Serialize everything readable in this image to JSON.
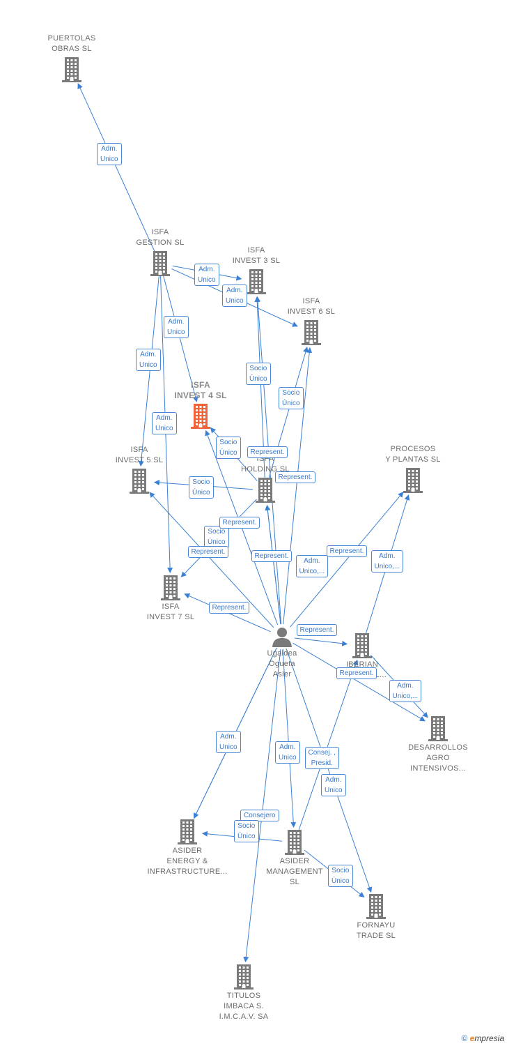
{
  "colors": {
    "edge": "#3a80d4",
    "building": "#7a7a7a",
    "focus": "#f0643a",
    "person": "#7a7a7a"
  },
  "nodes": [
    {
      "id": "puertolas",
      "label": "PUERTOLAS\nOBRAS  SL",
      "icon": "building-icon"
    },
    {
      "id": "isfa_gestion",
      "label": "ISFA\nGESTION  SL",
      "icon": "building-icon"
    },
    {
      "id": "isfa_invest3",
      "label": "ISFA\nINVEST 3  SL",
      "icon": "building-icon"
    },
    {
      "id": "isfa_invest6",
      "label": "ISFA\nINVEST 6  SL",
      "icon": "building-icon"
    },
    {
      "id": "isfa_invest4",
      "label": "ISFA\nINVEST 4  SL",
      "icon": "building-icon",
      "focus": true
    },
    {
      "id": "isfa_invest5",
      "label": "ISFA\nINVEST 5  SL",
      "icon": "building-icon"
    },
    {
      "id": "isfa_holding",
      "label": "ISFA\nHOLDING  SL",
      "icon": "building-icon"
    },
    {
      "id": "procesos",
      "label": "PROCESOS\nY PLANTAS  SL",
      "icon": "building-icon"
    },
    {
      "id": "isfa_invest7",
      "label": "ISFA\nINVEST 7  SL",
      "icon": "building-icon"
    },
    {
      "id": "person",
      "label": "Ugaldea\nOgueta\nAsier",
      "icon": "person-icon"
    },
    {
      "id": "iberian",
      "label": "IBERIAN\nFINANCIAL...",
      "icon": "building-icon"
    },
    {
      "id": "desarrollos",
      "label": "DESARROLLOS\nAGRO\nINTENSIVOS...",
      "icon": "building-icon"
    },
    {
      "id": "asider_energy",
      "label": "ASIDER\nENERGY &\nINFRASTRUCTURE...",
      "icon": "building-icon"
    },
    {
      "id": "asider_mgmt",
      "label": "ASIDER\nMANAGEMENT\nSL",
      "icon": "building-icon"
    },
    {
      "id": "fornayu",
      "label": "FORNAYU\nTRADE  SL",
      "icon": "building-icon"
    },
    {
      "id": "titulos",
      "label": "TITULOS\nIMBACA S.\nI.M.C.A.V. SA",
      "icon": "building-icon"
    }
  ],
  "edges": [
    {
      "from": "isfa_gestion",
      "to": "puertolas",
      "label": "Adm.\nUnico"
    },
    {
      "from": "isfa_gestion",
      "to": "isfa_invest3",
      "label": "Adm.\nUnico"
    },
    {
      "from": "isfa_gestion",
      "to": "isfa_invest6",
      "label": "Adm.\nUnico"
    },
    {
      "from": "isfa_gestion",
      "to": "isfa_invest4",
      "label": "Adm.\nUnico"
    },
    {
      "from": "isfa_gestion",
      "to": "isfa_invest5",
      "label": "Adm.\nUnico"
    },
    {
      "from": "isfa_gestion",
      "to": "isfa_invest7",
      "label": "Adm.\nUnico"
    },
    {
      "from": "isfa_holding",
      "to": "isfa_invest3",
      "label": "Socio\nÚnico"
    },
    {
      "from": "isfa_holding",
      "to": "isfa_invest6",
      "label": "Socio\nÚnico"
    },
    {
      "from": "isfa_holding",
      "to": "isfa_invest4",
      "label": "Socio\nÚnico"
    },
    {
      "from": "isfa_holding",
      "to": "isfa_invest5",
      "label": "Socio\nÚnico"
    },
    {
      "from": "isfa_holding",
      "to": "isfa_invest7",
      "label": "Socio\nÚnico"
    },
    {
      "from": "person",
      "to": "isfa_invest3",
      "label": "Represent."
    },
    {
      "from": "person",
      "to": "isfa_invest6",
      "label": "Represent."
    },
    {
      "from": "person",
      "to": "isfa_invest5",
      "label": "Represent."
    },
    {
      "from": "person",
      "to": "isfa_invest4",
      "label": "Represent."
    },
    {
      "from": "person",
      "to": "isfa_holding",
      "label": "Represent."
    },
    {
      "from": "person",
      "to": "procesos",
      "label": "Represent."
    },
    {
      "from": "person",
      "to": "isfa_invest7",
      "label": "Represent."
    },
    {
      "from": "person",
      "to": "isfa_holding",
      "label": "Adm.\nUnico,..."
    },
    {
      "from": "iberian",
      "to": "procesos",
      "label": "Adm.\nUnico,..."
    },
    {
      "from": "person",
      "to": "iberian",
      "label": "Represent."
    },
    {
      "from": "person",
      "to": "desarrollos",
      "label": "Represent."
    },
    {
      "from": "iberian",
      "to": "desarrollos",
      "label": "Adm.\nUnico,..."
    },
    {
      "from": "person",
      "to": "asider_energy",
      "label": "Adm.\nUnico"
    },
    {
      "from": "person",
      "to": "asider_mgmt",
      "label": "Adm.\nUnico"
    },
    {
      "from": "asider_mgmt",
      "to": "iberian",
      "label": "Consej. ,\nPresid."
    },
    {
      "from": "person",
      "to": "fornayu",
      "label": "Adm.\nUnico"
    },
    {
      "from": "asider_mgmt",
      "to": "fornayu",
      "label": "Socio\nÚnico"
    },
    {
      "from": "person",
      "to": "asider_energy",
      "label": "Consejero"
    },
    {
      "from": "asider_mgmt",
      "to": "asider_energy",
      "label": "Socio\nÚnico"
    },
    {
      "from": "person",
      "to": "titulos",
      "label": "Consejero"
    }
  ],
  "footer": {
    "copyright": "©",
    "brand_initial": "e",
    "brand_rest": "mpresia"
  }
}
